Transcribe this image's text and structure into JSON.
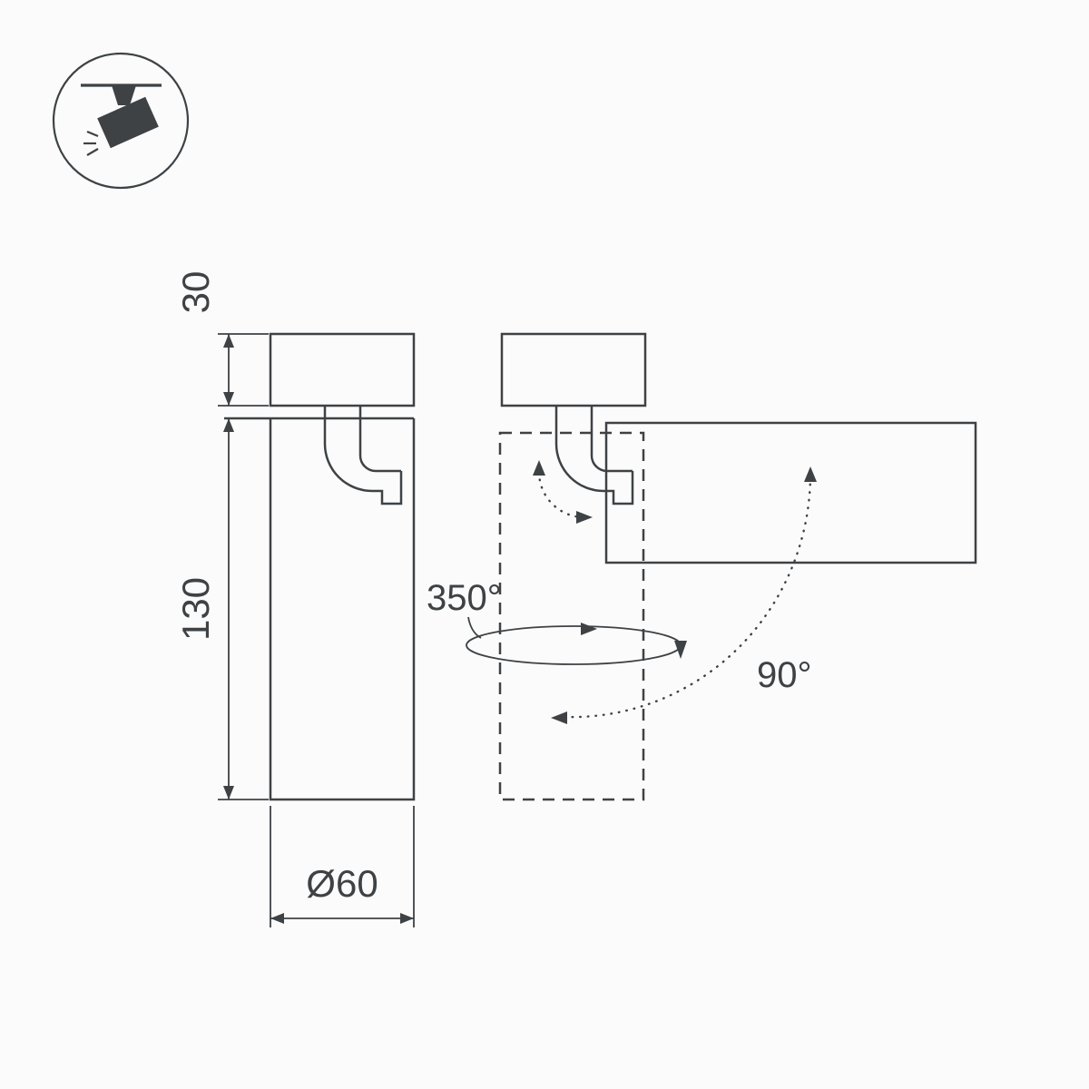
{
  "colors": {
    "line": "#3e4245",
    "background": "#fbfbfb"
  },
  "icon": {
    "name": "ceiling-track-spotlight"
  },
  "dimensions": {
    "base_height": "30",
    "body_height": "130",
    "diameter": "Ø60"
  },
  "rotation": {
    "swivel": "350°",
    "tilt": "90°"
  }
}
